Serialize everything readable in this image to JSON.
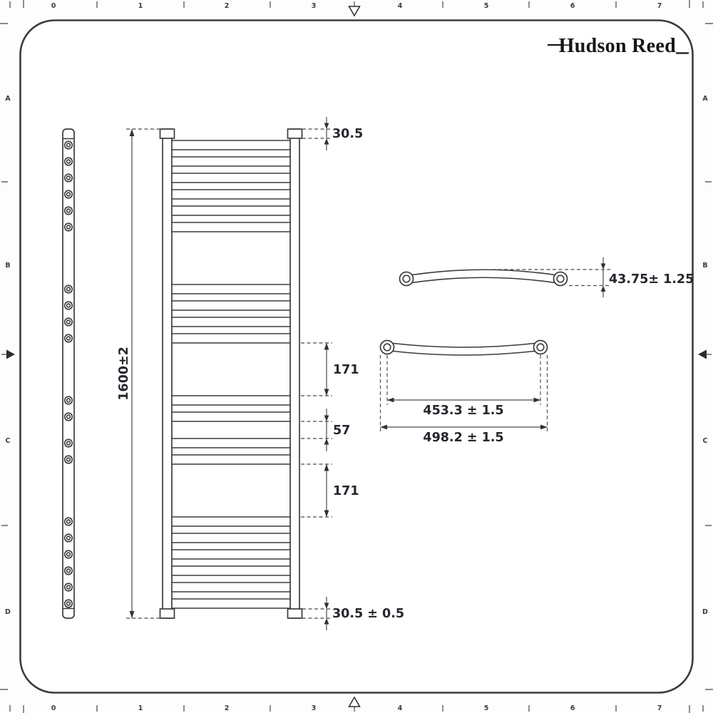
{
  "colors": {
    "line": "#3b3b40",
    "dimension_line": "#4a4a52",
    "text": "#26262e",
    "background": "#fdfdfd"
  },
  "brand": {
    "logo_text": "Hudson Reed"
  },
  "ruler": {
    "h_labels": [
      "0",
      "1",
      "2",
      "3",
      "4",
      "5",
      "6",
      "7"
    ],
    "v_labels": [
      "A",
      "B",
      "C",
      "D"
    ]
  },
  "front_view": {
    "dims": {
      "overall_height": "1600±2",
      "top_offset": "30.5",
      "upper_panel_gap": "171",
      "middle_bar_gap": "57",
      "lower_panel_gap": "171",
      "bottom_offset": "30.5 ± 0.5"
    }
  },
  "bar_views": {
    "dims": {
      "bar_depth": "43.75± 1.25",
      "fixing_centres": "453.3 ± 1.5",
      "overall_width": "498.2 ± 1.5"
    }
  }
}
